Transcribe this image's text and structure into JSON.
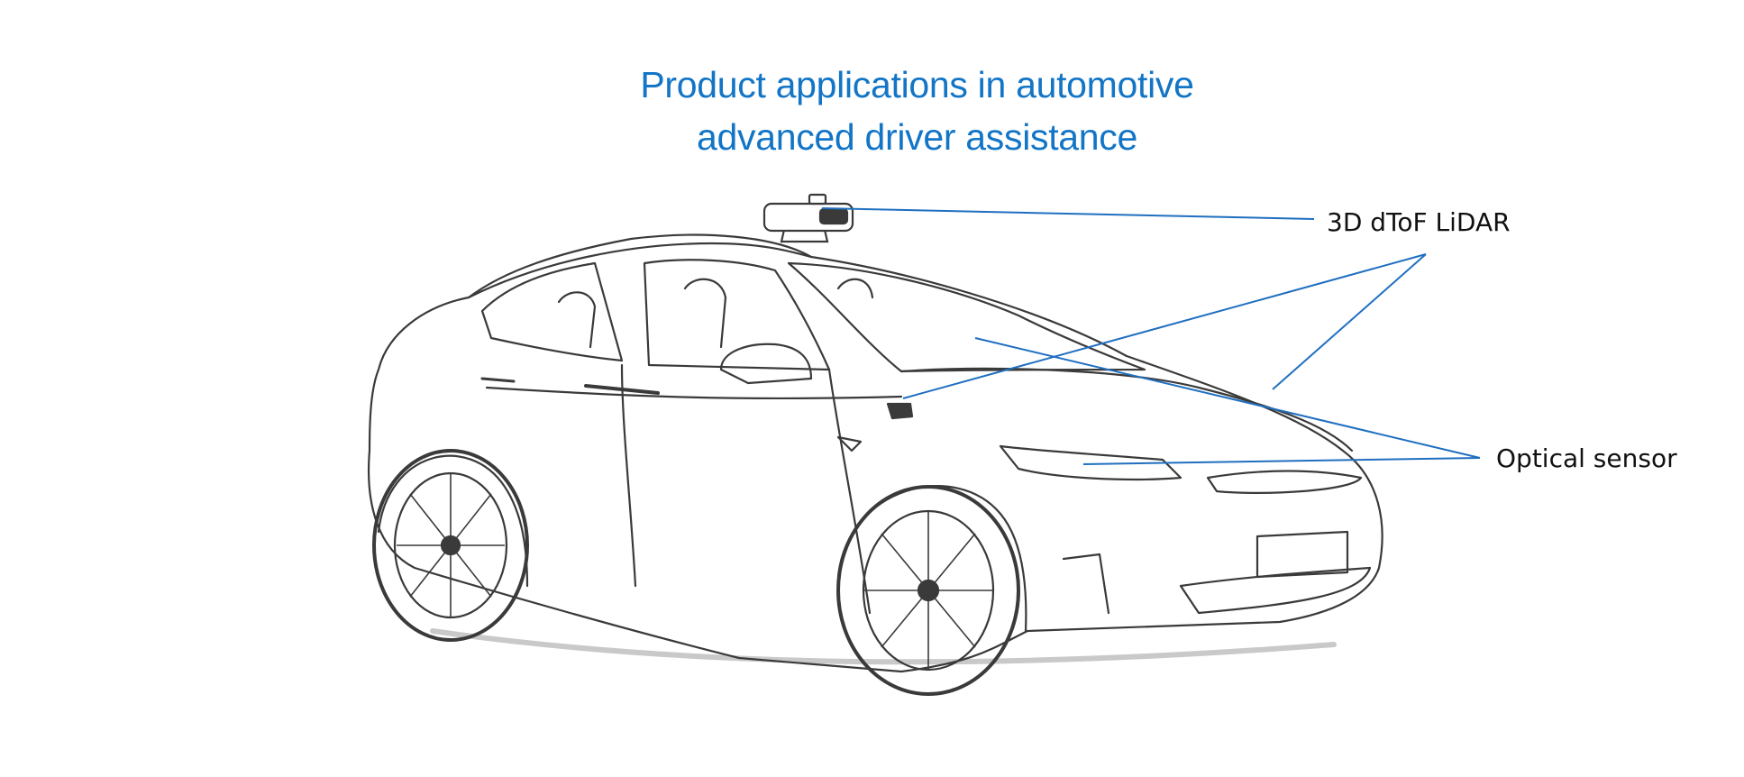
{
  "title": {
    "line1": "Product applications in automotive",
    "line2": "advanced driver assistance"
  },
  "callouts": {
    "lidar": "3D dToF LiDAR",
    "optical": "Optical sensor"
  },
  "colors": {
    "title": "#1275c6",
    "leader_line": "#1f6fc0",
    "sketch": "#3a3a3a",
    "label_text": "#111111"
  }
}
